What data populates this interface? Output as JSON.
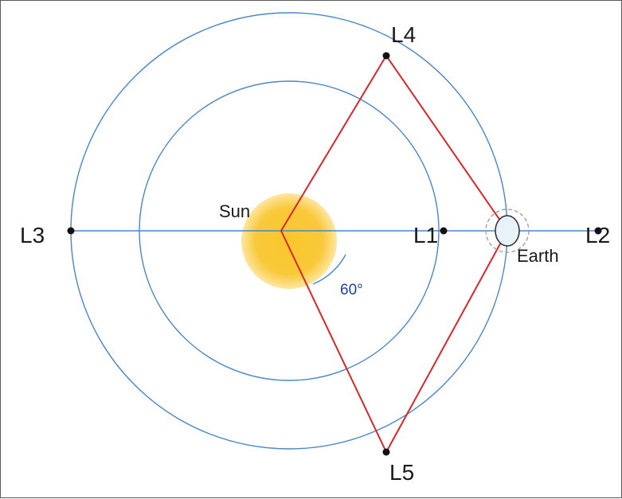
{
  "labels": {
    "sun": "Sun",
    "earth": "Earth",
    "l1": "L1",
    "l2": "L2",
    "l3": "L3",
    "l4": "L4",
    "l5": "L5",
    "angle": "60°"
  },
  "colors": {
    "orbit": "#4a86c8",
    "axis": "#4a86c8",
    "triangle": "#d9262c",
    "sun_core": "#f9c62c",
    "sun_halo": "#fde6a0",
    "earth_fill": "#e8f2fb",
    "earth_stroke": "#333333",
    "point": "#111111",
    "angle_arc": "#4a86c8"
  }
}
